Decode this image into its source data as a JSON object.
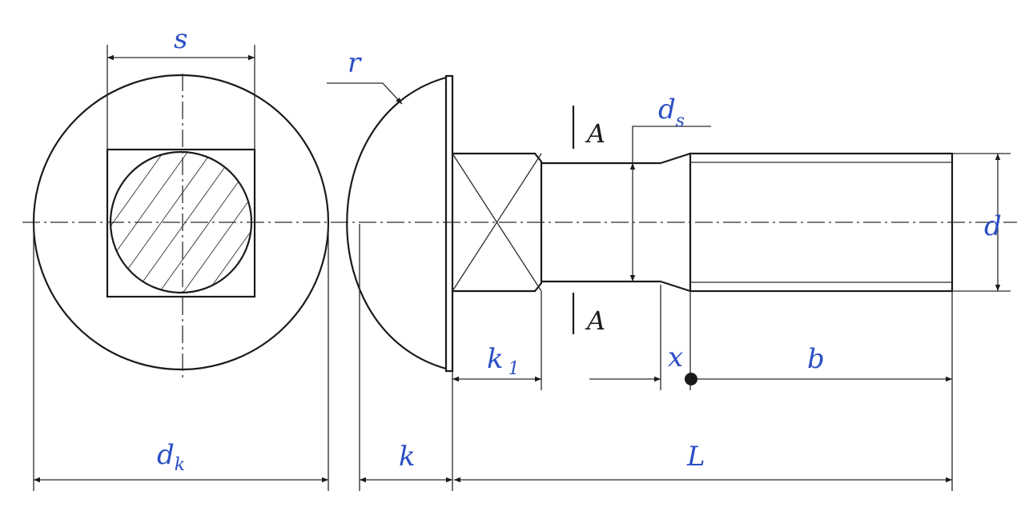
{
  "colors": {
    "line": "#1a1a1a",
    "label": "#2b4fc4"
  },
  "labels": {
    "s": "s",
    "r": "r",
    "ds_main": "d",
    "ds_sub": "s",
    "d": "d",
    "k1_main": "k",
    "k1_sub": "1",
    "x": "x",
    "b": "b",
    "dk_main": "d",
    "dk_sub": "k",
    "k": "k",
    "L": "L"
  },
  "section_marker": {
    "top": "A",
    "bottom": "A"
  }
}
